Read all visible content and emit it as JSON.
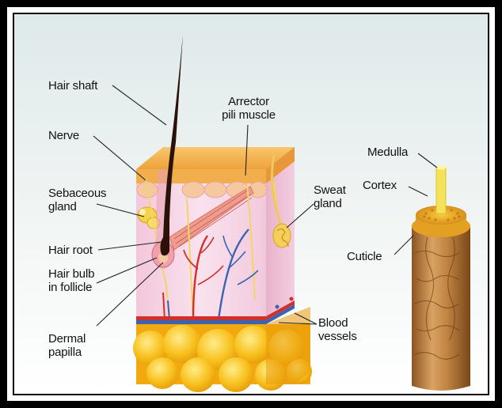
{
  "labels": {
    "hair_shaft": "Hair shaft",
    "nerve": "Nerve",
    "sebaceous_gland": [
      "Sebaceous",
      "gland"
    ],
    "hair_root": "Hair root",
    "hair_bulb": [
      "Hair bulb",
      "in follicle"
    ],
    "dermal_papilla": [
      "Dermal",
      "papilla"
    ],
    "arrector_pili": [
      "Arrector",
      "pili muscle"
    ],
    "sweat_gland": [
      "Sweat",
      "gland"
    ],
    "blood_vessels": [
      "Blood",
      "vessels"
    ],
    "medulla": "Medulla",
    "cortex": "Cortex",
    "cuticle": "Cuticle"
  },
  "colors": {
    "border": "#000000",
    "epidermis": "#f4b24a",
    "dermis": "#f6d3e4",
    "fat": "#f7b91d",
    "hair": "#2b1209",
    "artery": "#d0312b",
    "vein": "#3a63b0",
    "nerve": "#f2d66a",
    "cuticle": "#b27b3d",
    "medulla": "#f4e35a"
  }
}
